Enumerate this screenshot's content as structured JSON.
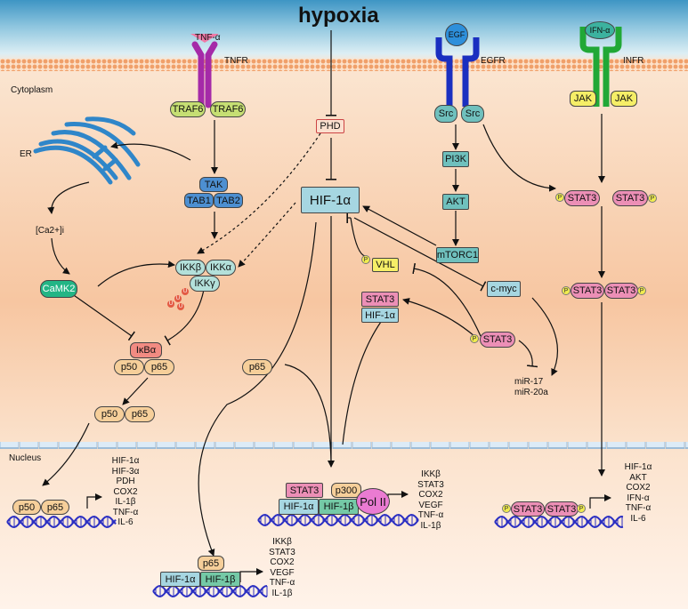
{
  "title": "hypoxia",
  "regions": {
    "cytoplasm": "Cytoplasm",
    "nucleus": "Nucleus",
    "er": "ER"
  },
  "receptors": {
    "tnfa": "TNF-α",
    "tnfr": "TNFR",
    "egf": "EGF",
    "egfr": "EGFR",
    "ifna": "IFN-α",
    "infr": "INFR"
  },
  "nodes": {
    "traf6_left": "TRAF6",
    "traf6_right": "TRAF6",
    "tak": "TAK",
    "tab1": "TAB1",
    "tab2": "TAB2",
    "phd": "PHD",
    "hif1a": "HIF-1α",
    "src_left": "Src",
    "src_right": "Src",
    "jak_left": "JAK",
    "jak_right": "JAK",
    "pi3k": "PI3K",
    "akt": "AKT",
    "mtorc1": "mTORC1",
    "ca2": "[Ca2+]i",
    "camk2": "CaMK2",
    "ikkb": "IKKβ",
    "ikka": "IKKα",
    "ikkg": "IKKγ",
    "ikba": "IκBα",
    "p50_a": "p50",
    "p65_a": "p65",
    "p50_b": "p50",
    "p65_b": "p65",
    "vhl": "VHL",
    "stat3_complex": "STAT3",
    "hif1a_complex": "HIF-1α",
    "cmyc": "c-myc",
    "stat3_p": "STAT3",
    "mir": "miR-17\nmiR-20a",
    "p65_single": "p65",
    "stat3_r1": "STAT3",
    "stat3_r2": "STAT3",
    "stat3_d1": "STAT3",
    "stat3_d2": "STAT3",
    "ub": "U",
    "p": "P"
  },
  "dna_complexes": {
    "left": {
      "p50": "p50",
      "p65": "p65",
      "genes": [
        "HIF-1α",
        "HIF-3α",
        "PDH",
        "COX2",
        "IL-1β",
        "TNF-α",
        "IL-6"
      ]
    },
    "center": {
      "stat3": "STAT3",
      "p300": "p300",
      "hif1a": "HIF-1α",
      "hif1b": "HIF-1β",
      "pol2": "Pol II",
      "genes": [
        "IKKβ",
        "STAT3",
        "COX2",
        "VEGF",
        "TNF-α",
        "IL-1β"
      ]
    },
    "bottom": {
      "p65": "p65",
      "hif1a": "HIF-1α",
      "hif1b": "HIF-1β",
      "genes": [
        "IKKβ",
        "STAT3",
        "COX2",
        "VEGF",
        "TNF-α",
        "IL-1β"
      ]
    },
    "right": {
      "stat3a": "STAT3",
      "stat3b": "STAT3",
      "genes": [
        "HIF-1α",
        "AKT",
        "COX2",
        "IFN-α",
        "TNF-α",
        "IL-6"
      ]
    }
  },
  "colors": {
    "membrane": "#f3a46b",
    "tnfr": "#a52aa8",
    "egfr": "#1a2fc0",
    "infr": "#21a836",
    "er": "#2f86c9",
    "dna": "#2b2fc2"
  }
}
